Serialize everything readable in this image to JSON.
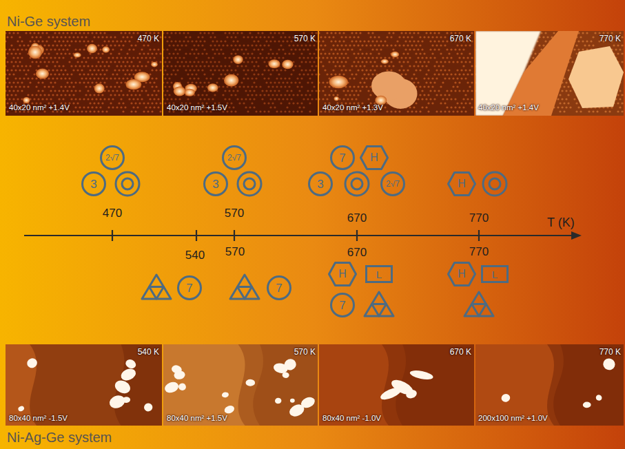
{
  "diagram": {
    "nodes": [
      {
        "text": [
          "2√7"
        ]
      },
      {
        "text": [
          "3"
        ]
      },
      {
        "text": [
          "2√7"
        ]
      },
      {
        "text": [
          "3"
        ]
      },
      {
        "text": [
          "7"
        ]
      },
      {
        "text": [
          "H"
        ]
      },
      {
        "text": [
          "3"
        ]
      },
      {
        "text": [
          "2√7"
        ]
      },
      {
        "text": [
          "H"
        ]
      },
      {
        "text": [
          "7"
        ]
      },
      {
        "text": [
          "7"
        ]
      },
      {
        "text": [
          "H"
        ]
      },
      {
        "text": [
          "L"
        ]
      },
      {
        "text": [
          "7"
        ]
      },
      {
        "text": [
          "H"
        ]
      },
      {
        "text": [
          "L"
        ]
      }
    ],
    "labels": [
      "Ni-Ge system",
      "470 K",
      "40x20 nm² +1.4V",
      "570 K",
      "40x20 nm² +1.5V",
      "670 K",
      "40x20 nm² +1.3V",
      "770 K",
      "40x20 nm² +1.4V",
      "470",
      "570",
      "670",
      "770",
      "T (K)",
      "540",
      "570",
      "670",
      "770",
      "540 K",
      "80x40 nm² -1.5V",
      "570 K",
      "80x40 nm² +1.5V",
      "670 K",
      "80x40 nm² -1.0V",
      "770 K",
      "200x100 nm² +1.0V",
      "Ni-Ag-Ge system"
    ]
  }
}
